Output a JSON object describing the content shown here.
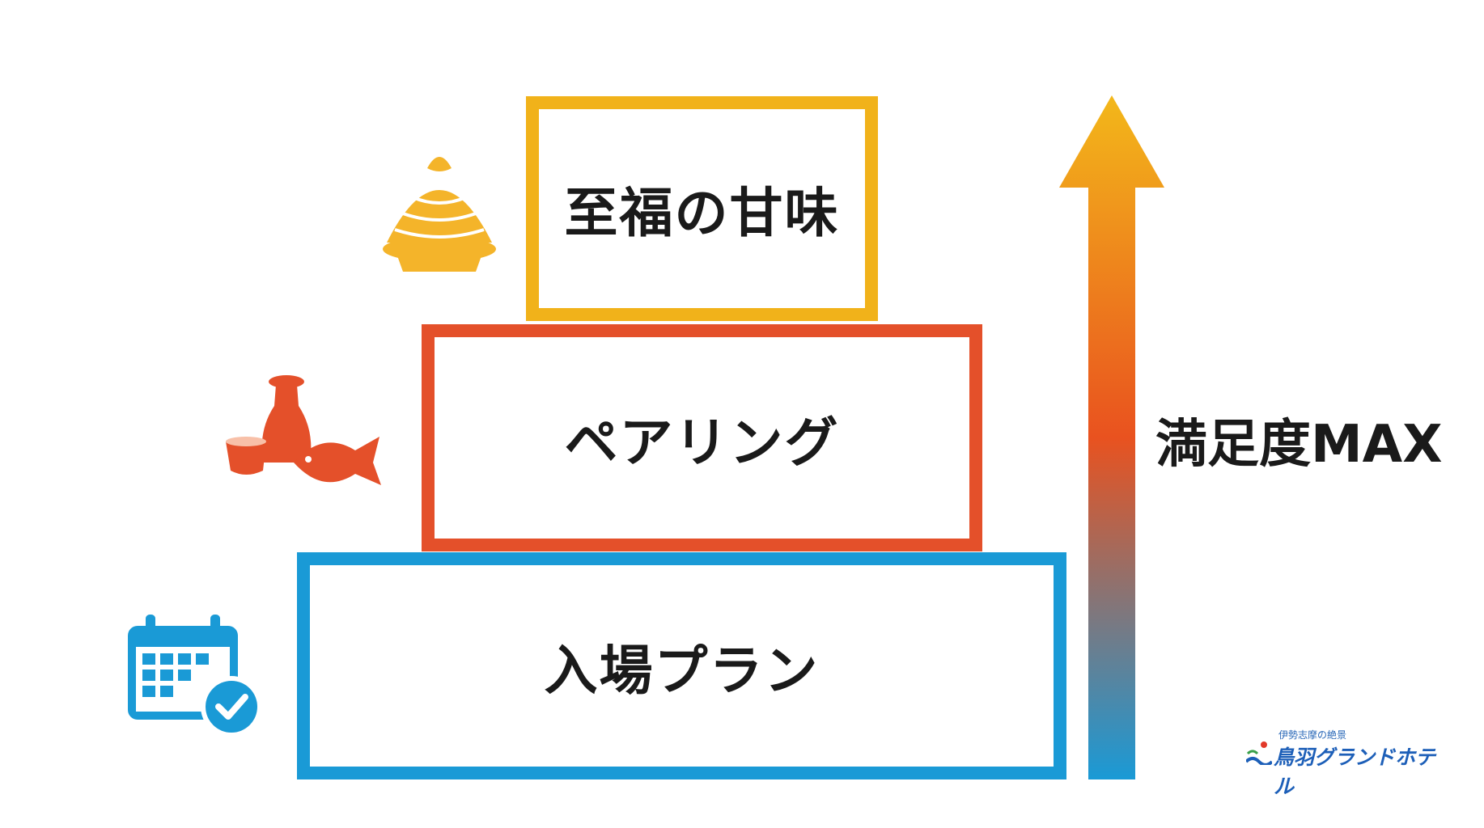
{
  "levels": [
    {
      "label": "至福の甘味",
      "color": "#f1b21a",
      "icon": "mont-blanc-cake-icon"
    },
    {
      "label": "ペアリング",
      "color": "#e4502a",
      "icon": "sake-and-fish-icon"
    },
    {
      "label": "入場プラン",
      "color": "#1a9ad6",
      "icon": "calendar-check-icon"
    }
  ],
  "arrow": {
    "label": "満足度MAX",
    "gradient": [
      "#f3b81a",
      "#e9521f",
      "#1a9ad6"
    ]
  },
  "logo": {
    "tagline": "伊勢志摩の絶景",
    "name": "鳥羽グランドホテル"
  }
}
